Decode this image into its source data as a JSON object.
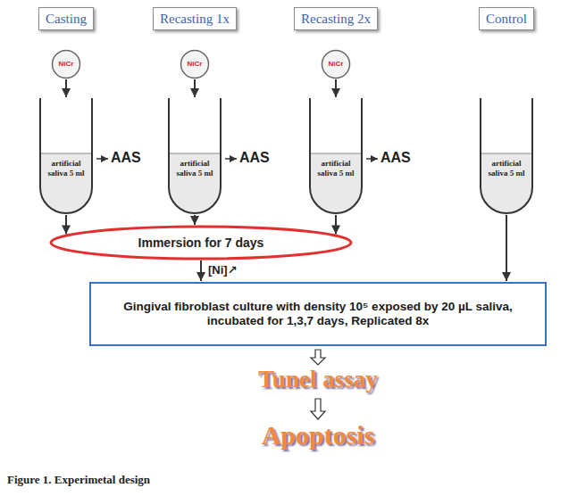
{
  "diagram": {
    "caption": "Figure 1. Experimetal design",
    "nodes": [
      {
        "text": [
          "Casting"
        ]
      },
      {
        "text": [
          "Recasting 1x"
        ]
      },
      {
        "text": [
          "Recasting 2x"
        ]
      },
      {
        "text": [
          "Control"
        ]
      },
      {
        "text": [
          "NiCr"
        ]
      },
      {
        "text": [
          "NiCr"
        ]
      },
      {
        "text": [
          "NiCr"
        ]
      },
      {
        "text": [
          "artificial saliva 5 ml"
        ]
      },
      {
        "text": [
          "artificial saliva 5 ml"
        ]
      },
      {
        "text": [
          "artificial saliva 5 ml"
        ]
      },
      {
        "text": [
          "artificial saliva 5 ml"
        ]
      },
      {
        "text": [
          "Immersion for 7 days"
        ]
      },
      {
        "text": [
          "Gingival fibroblast culture with density 10⁵ exposed by 20 µL saliva, incubated for 1,3,7 days, Replicated 8x"
        ]
      }
    ],
    "edges": [
      {
        "from": 4,
        "to": 7,
        "arrow": "to"
      },
      {
        "from": 5,
        "to": 8,
        "arrow": "to"
      },
      {
        "from": 6,
        "to": 9,
        "arrow": "to"
      },
      {
        "from": 7,
        "to": 11,
        "arrow": "to"
      },
      {
        "from": 8,
        "to": 11,
        "arrow": "to"
      },
      {
        "from": 9,
        "to": 11,
        "arrow": "to"
      },
      {
        "from": 11,
        "to": 12,
        "label": "[Ni]↗",
        "arrow": "to"
      },
      {
        "from": 10,
        "to": 12,
        "arrow": "to"
      }
    ],
    "labels": [
      "AAS",
      "AAS",
      "AAS",
      "Tunel assay",
      "Apoptosis"
    ]
  }
}
